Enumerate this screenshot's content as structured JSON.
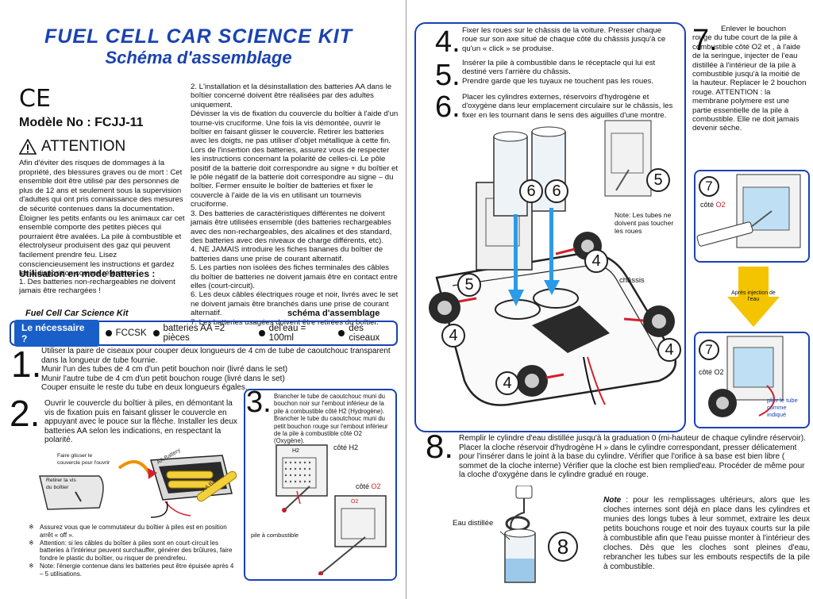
{
  "title": "FUEL CELL CAR SCIENCE KIT",
  "subtitle": "Schéma d'assemblage",
  "ce_mark": "CE",
  "model": "Modèle No : FCJJ-11",
  "attention": {
    "heading": "ATTENTION",
    "text": "Afin d'éviter des risques de dommages à la propriété, des blessures graves ou de mort : Cet ensemble doit être utilisé par des personnes de plus de 12 ans et seulement sous la supervision d'adultes qui ont pris connaissance des mesures de sécurité contenues dans la documentation. Éloigner les petits enfants ou les animaux car cet ensemble comporte des petites pièces qui pourraient être avalées. La pile à combustible et électrolyseur produisent des gaz qui peuvent facilement prendre feu. Lisez consciencieusement les instructions et gardez les à disposition comme référence."
  },
  "batteries": {
    "heading": "Utilisation en mode batteries :",
    "p1": "1. Des batteries non-rechargeables ne doivent jamais être rechargées !",
    "p2": "2. L'installation et la désinstallation des batteries AA dans le boîtier concerné doivent être réalisées par des adultes uniquement.",
    "p2b": "Dévisser la vis de fixation du couvercle du boîtier à l'aide d'un tourne-vis cruciforme. Une fois la vis démontée, ouvrir le boîtier en faisant glisser le couvercle. Retirer les batteries avec les doigts, ne pas utiliser d'objet métallique à cette fin.",
    "p2c": "Lors de l'insertion des batteries, assurez vous de respecter les instructions concernant la polarité de celles-ci. Le pôle positif de la batterie doit correspondre au signe + du boîtier et le pôle négatif de la batterie doit correspondre au signe – du boîtier. Fermer ensuite le boîtier de batteries et fixer le couvercle à l'aide de la vis en utilisant un tournevis cruciforme.",
    "p3": "3. Des batteries de caractéristiques différentes ne doivent jamais être utilisées ensemble (des batteries rechargeables avec des non-rechargeables, des alcalines et des standard, des batteries avec des niveaux de charge différents, etc).",
    "p4": "4. NE JAMAIS introduire les fiches bananes du boîtier de batteries dans une prise de courant alternatif.",
    "p5": "5. Les parties non isolées des fiches terminales des câbles du boîtier de batteries ne doivent jamais être en contact entre elles (court-circuit).",
    "p6": "6. Les deux câbles électriques rouge et noir, livrés avec le set ne doivent jamais être branchés dans une prise de courant alternatif.",
    "p7": "7. Les batteries usagées doivent être retirées du boîtier."
  },
  "band": {
    "left": "Fuel Cell Car Science Kit",
    "right": "schéma d'assemblage"
  },
  "needs": {
    "badge": "Le nécessaire ?",
    "items": [
      "FCCSK",
      "batteries AA =2 pièces",
      "del'eau = 100ml",
      "des ciseaux"
    ]
  },
  "steps": {
    "s1": {
      "num": "1.",
      "l1": "Utiliser la paire de ciseaux pour couper deux longueurs de 4 cm de tube de caoutchouc transparent dans la longueur de tube fournie.",
      "l2": "Munir l'un des tubes de 4 cm d'un petit bouchon noir (livré dans le set)",
      "l3": "Munir l'autre tube de 4 cm d'un petit bouchon rouge (livré dans le set)",
      "l4": "Couper ensuite le reste du tube en deux longueurs égales."
    },
    "s2": {
      "num": "2.",
      "text": "Ouvrir le couvercle du boîtier à piles, en démontant la vis de fixation puis en faisant glisser le couvercle en appuyant avec le pouce sur la flèche. Installer les deux batteries AA selon les indications, en respectant la polarité.",
      "label_slide": "Faire glisser le couvercle pour l'ouvrir",
      "label_screw": "Retirer la vis du boîtier",
      "battery1": "AA Battery",
      "battery2": "AA Battery"
    },
    "s3": {
      "num": "3.",
      "text": "Brancher le tube de caoutchouc muni du bouchon noir sur l'embout inférieur de la pile à combustible côté H2 (Hydrogène). Brancher le tube du caoutchouc muni du petit bouchon rouge sur l'embout inférieur de la pile à combustible côté O2 (Oxygène).",
      "label_h2": "côté H2",
      "label_o2_a": "côté ",
      "label_o2_b": "O2",
      "label_pile": "pile à combustible",
      "tag_h": "H2",
      "tag_o": "O2"
    },
    "s4": {
      "num": "4.",
      "text": "Fixer les roues sur le châssis de la voiture. Presser chaque roue sur son axe situé de chaque côté du châssis jusqu'à ce qu'un « click » se produise."
    },
    "s5": {
      "num": "5.",
      "text1": "Insérer la pile à combustible dans le réceptacle qui lui est destiné vers l'arrière du châssis.",
      "text2": "Prendre garde que les tuyaux ne touchent pas les roues."
    },
    "s6": {
      "num": "6.",
      "text": "Placer les cylindres externes, réservoirs d'hydrogène et d'oxygène dans leur emplacement circulaire sur le châssis, les fixer en les tournant dans le sens des aiguilles d'une montre."
    },
    "s7": {
      "num": "7.",
      "text": "Enlever le bouchon rouge du tube court de la pile à combustible côté O2 et , à l'aide de la seringue, injecter de l'eau distillée à l'intérieur de la pile à combustible jusqu'à la moitié de la hauteur. Replacer le 2 bouchon rouge. ATTENTION : la membrane polymere est une partie essentielle de la pile à combustible. Elle ne doit jamais devenir sèche.",
      "cote_a": "côté ",
      "cote_b": "O2",
      "cote2": "côté O2",
      "arrow_label": "Après injection de l'eau",
      "plier": "plier le tube comme indiqué",
      "badge": "7"
    },
    "s8": {
      "num": "8.",
      "text": "Remplir le cylindre d'eau distillée jusqu'à la graduation 0 (mi-hauteur de chaque cylindre réservoir). Placer la cloche réservoir d'hydrogène H » dans le cylindre correspondant, presser délicatement pour l'insérer dans le joint à la base du cylindre. Vérifier que l'orifice à sa base est bien libre ( sommet de la cloche interne) Vérifier que la cloche est bien remplied'eau. Procéder de même pour la cloche d'oxygène dans le cylindre gradué en rouge.",
      "eau": "Eau distillée",
      "badge": "8"
    }
  },
  "diagram": {
    "note": "Note: Les tubes ne doivent pas toucher les roues",
    "chassis": "châssis",
    "badges": [
      "4",
      "4",
      "4",
      "4",
      "5",
      "5",
      "6",
      "6"
    ]
  },
  "note": {
    "label": "Note",
    "text": " : pour les remplissages ultérieurs, alors que les cloches internes sont déjà en place dans les cylindres et munies des longs tubes à leur sommet, extraire les deux petits bouchons rouge et noir des tuyaux courts sur la pile à combustible afin que l'eau puisse monter à l'intérieur des cloches. Dès que les cloches sont pleines d'eau, rebrancher les tubes sur les embouts respectifs de la pile à combustible."
  },
  "notes": {
    "mark": "※",
    "n1": "Assurez vous que le commutateur du boîtier à piles est en position arrêt « off ».",
    "n2": "Attention: si les câbles du boîtier à piles sont en court-circuit les batteries à l'intérieur peuvent surchauffer, générer des brûlures, faire fondre le plastic du boîtier, ou risquer de prendrefeu.",
    "n3": "Note: l'énergie contenue dans les batteries peut être épuisée après 4 – 5 utilisations."
  },
  "colors": {
    "brand_blue": "#1a43b0",
    "accent_red": "#d4202a",
    "arrow_blue": "#2a9be8",
    "arrow_yellow": "#f4c400"
  }
}
